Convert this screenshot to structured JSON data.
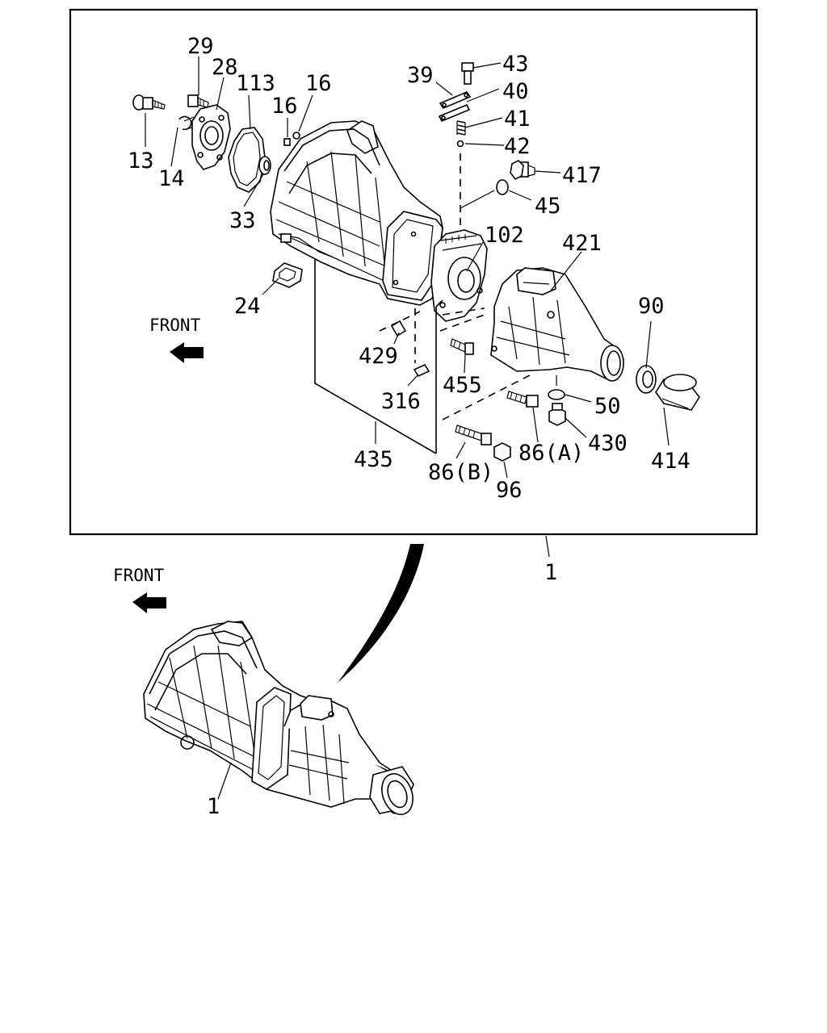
{
  "front_labels": {
    "upper": "FRONT",
    "lower": "FRONT"
  },
  "callouts": {
    "c29": "29",
    "c28": "28",
    "c113": "113",
    "c16a": "16",
    "c16b": "16",
    "c13": "13",
    "c14": "14",
    "c33": "33",
    "c24": "24",
    "c39": "39",
    "c43": "43",
    "c40": "40",
    "c41": "41",
    "c42": "42",
    "c417": "417",
    "c45": "45",
    "c102": "102",
    "c421": "421",
    "c90": "90",
    "c429": "429",
    "c455": "455",
    "c316": "316",
    "c50": "50",
    "c435": "435",
    "c86a": "86(A)",
    "c430": "430",
    "c414": "414",
    "c86b": "86(B)",
    "c96": "96",
    "c1a": "1",
    "c1b": "1"
  },
  "icons": [
    "front-arrow-icon"
  ]
}
